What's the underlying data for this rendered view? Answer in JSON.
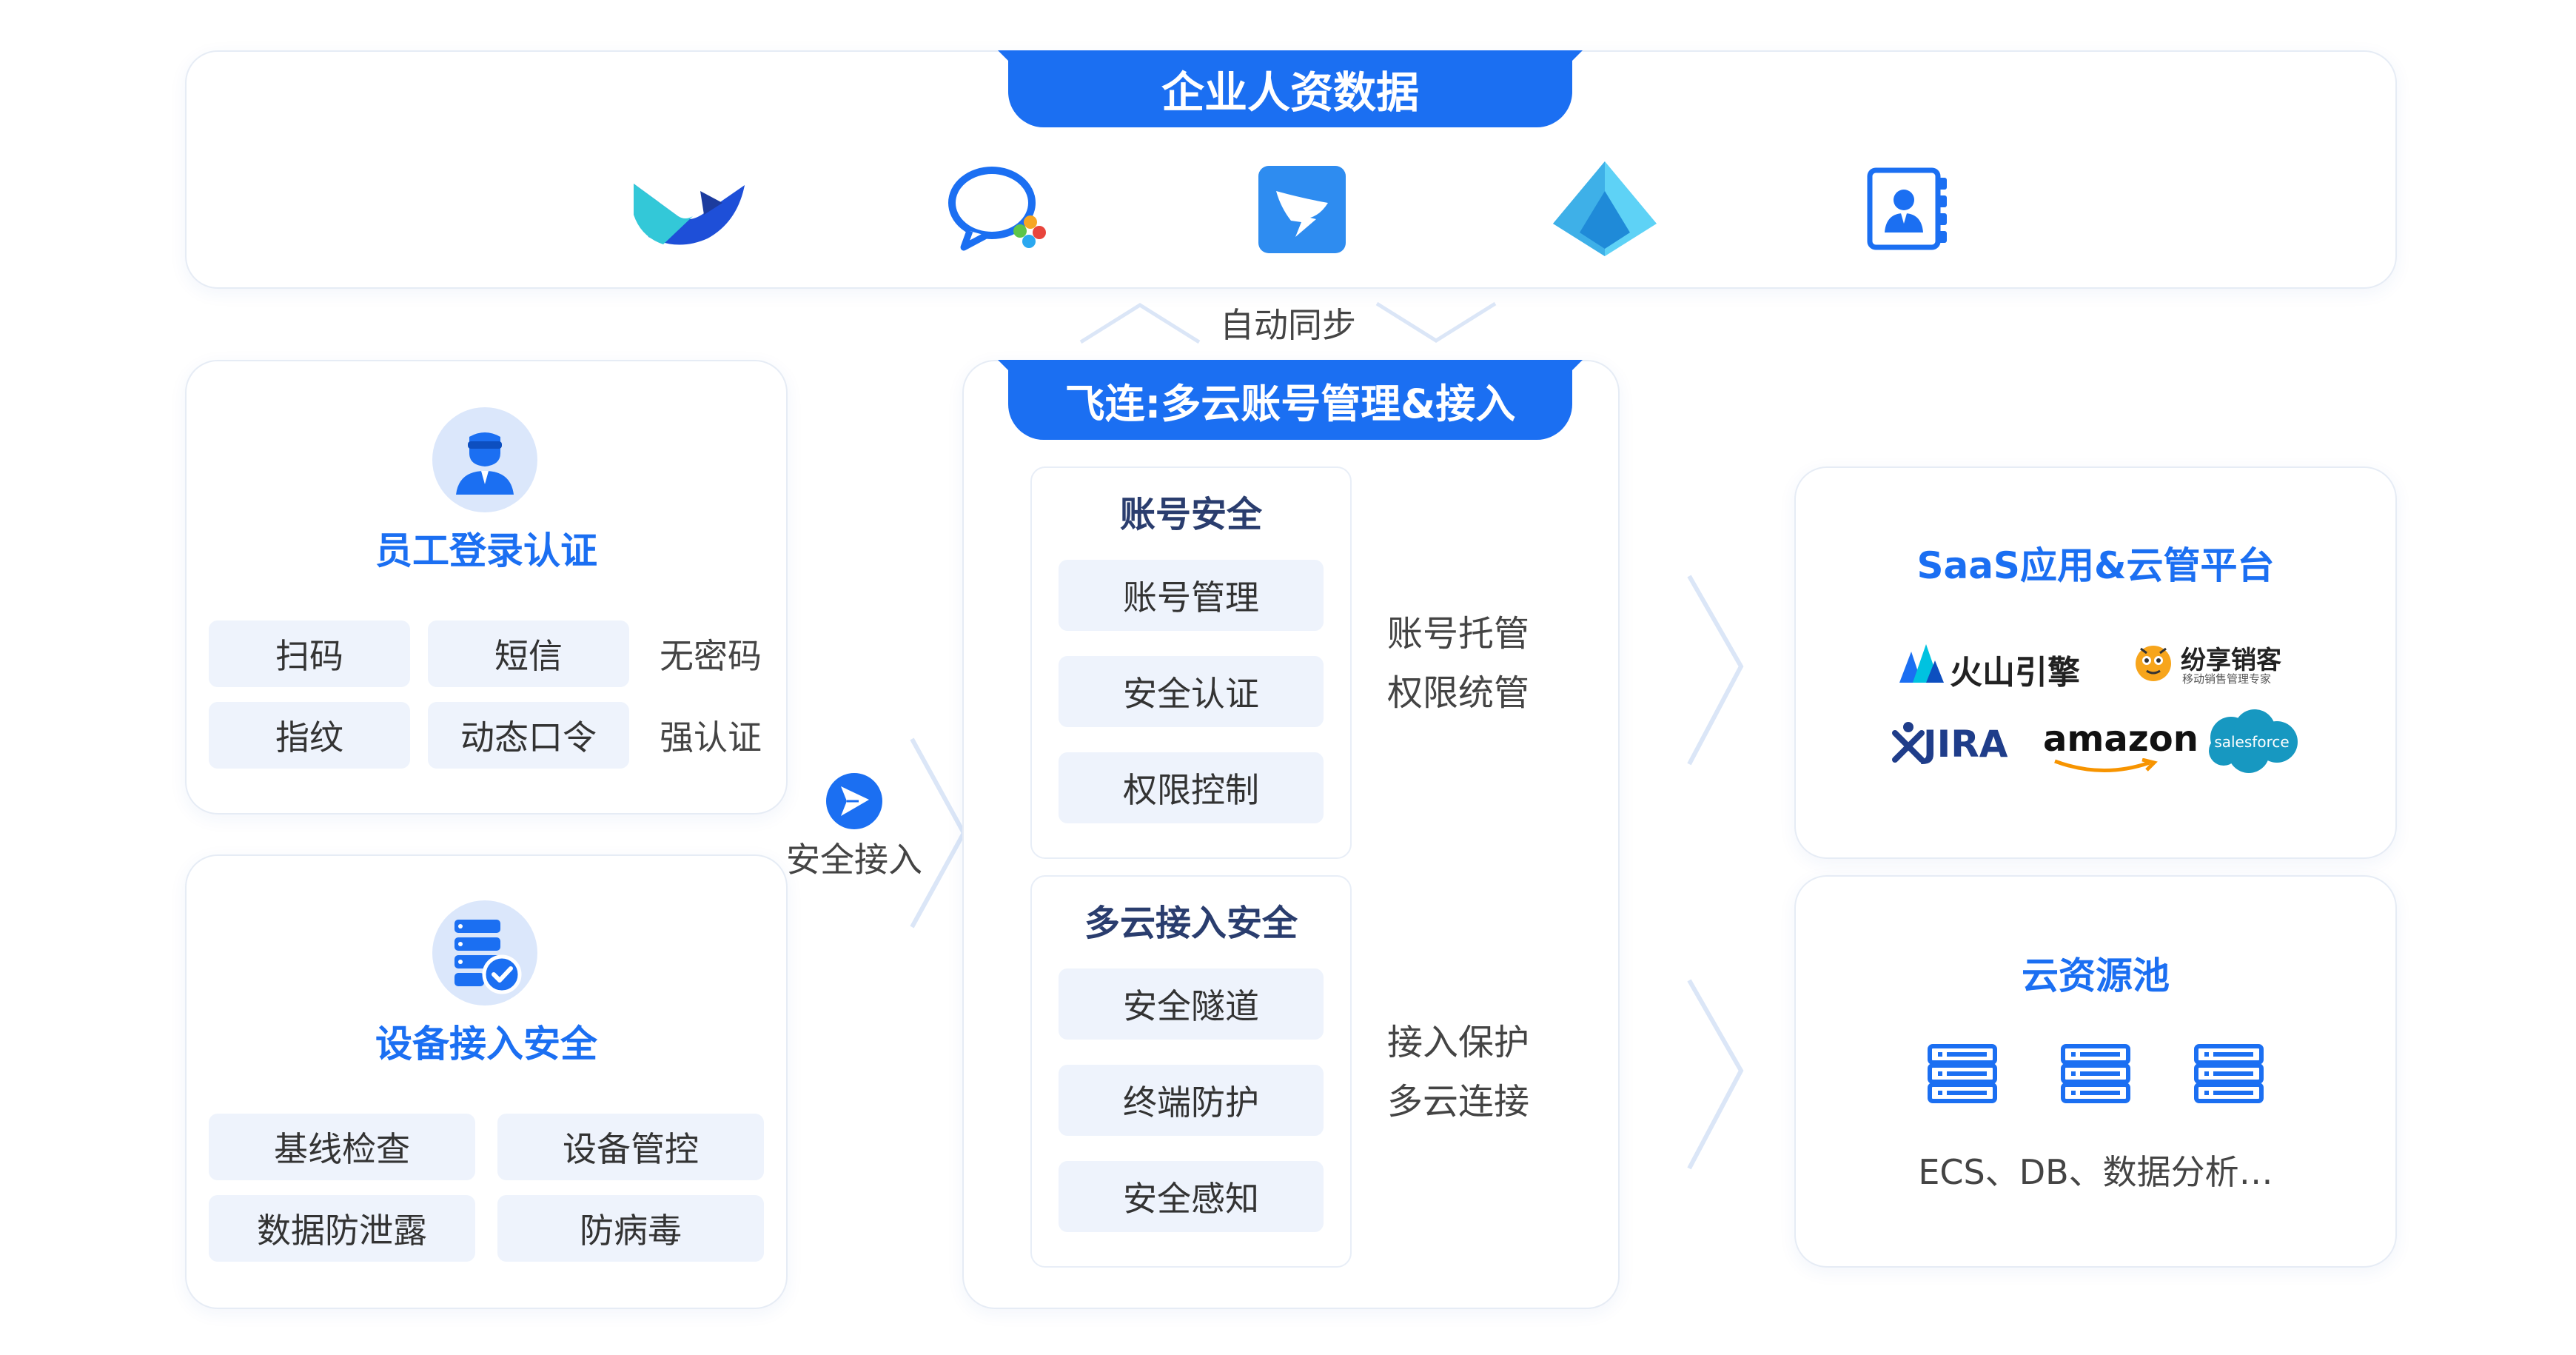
{
  "top": {
    "title": "企业人资数据",
    "icons": [
      "feishu-logo-icon",
      "wecom-logo-icon",
      "dingtalk-logo-icon",
      "azure-ad-logo-icon",
      "contacts-book-icon"
    ]
  },
  "sync_label": "自动同步",
  "employee": {
    "title": "员工登录认证",
    "chips": [
      "扫码",
      "短信",
      "指纹",
      "动态口令"
    ],
    "side": [
      "无密码",
      "强认证"
    ]
  },
  "device": {
    "title": "设备接入安全",
    "chips": [
      "基线检查",
      "设备管控",
      "数据防泄露",
      "防病毒"
    ]
  },
  "secure_access_label": "安全接入",
  "center": {
    "title": "飞连:多云账号管理&接入",
    "account": {
      "title": "账号安全",
      "items": [
        "账号管理",
        "安全认证",
        "权限控制"
      ],
      "desc": [
        "账号托管",
        "权限统管"
      ]
    },
    "multicloud": {
      "title": "多云接入安全",
      "items": [
        "安全隧道",
        "终端防护",
        "安全感知"
      ],
      "desc": [
        "接入保护",
        "多云连接"
      ]
    }
  },
  "saas": {
    "title": "SaaS应用&云管平台",
    "logos": {
      "volcano": "火山引擎",
      "fxiaoke": "纷享销客",
      "fxiaoke_sub": "移动销售管理专家",
      "jira": "JIRA",
      "amazon": "amazon",
      "salesforce": "salesforce"
    }
  },
  "cloud": {
    "title": "云资源池",
    "subtitle": "ECS、DB、数据分析…"
  },
  "colors": {
    "accent": "#1b6ff2",
    "chip_bg": "#eef3fc"
  }
}
